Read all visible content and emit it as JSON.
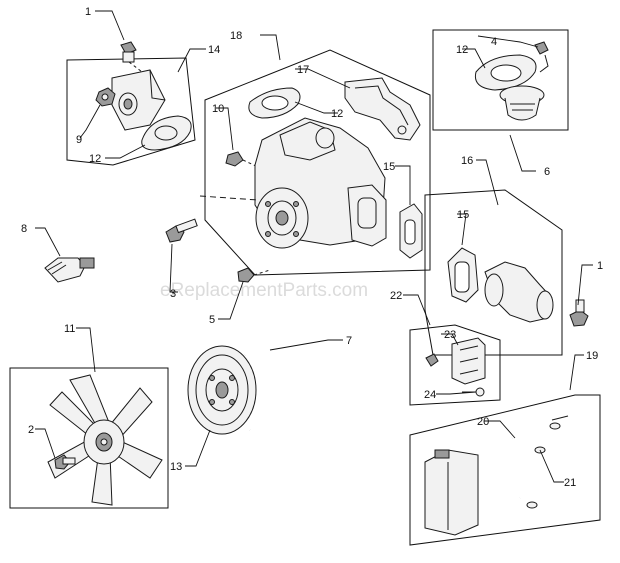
{
  "watermark": "eReplacementParts.com",
  "callouts": {
    "c1a": "1",
    "c1b": "1",
    "c2": "2",
    "c3": "3",
    "c4": "4",
    "c5": "5",
    "c6": "6",
    "c7": "7",
    "c8": "8",
    "c9": "9",
    "c10": "10",
    "c11": "11",
    "c12a": "12",
    "c12b": "12",
    "c12c": "12",
    "c13": "13",
    "c14": "14",
    "c15a": "15",
    "c15b": "15",
    "c16": "16",
    "c17": "17",
    "c18": "18",
    "c19": "19",
    "c20": "20",
    "c21": "21",
    "c22": "22",
    "c23": "23",
    "c24": "24"
  }
}
